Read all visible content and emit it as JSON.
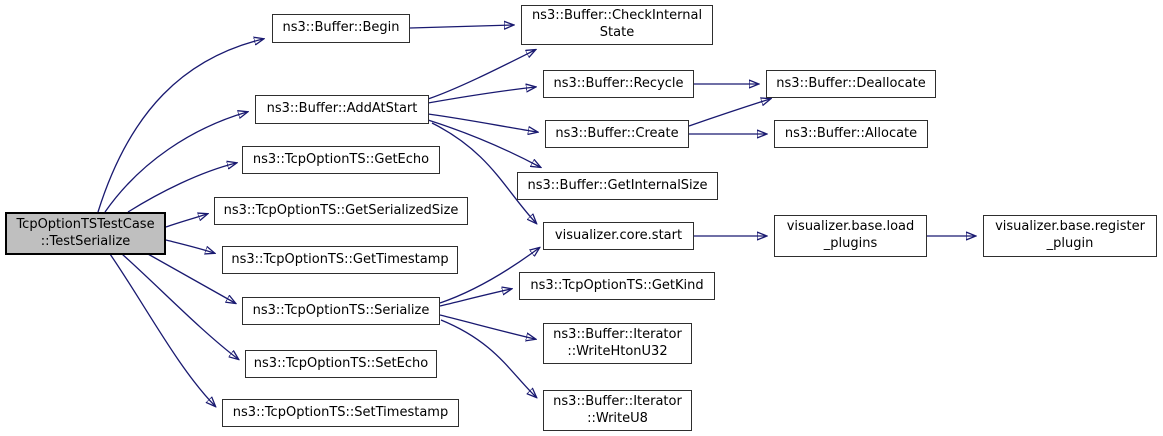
{
  "diagram": {
    "type": "doxygen-call-graph",
    "root_function": "TcpOptionTSTestCase::TestSerialize"
  },
  "colors": {
    "edge": "#191970",
    "node_border": "#2e2e2e",
    "node_fill": "#ffffff",
    "selected_node_fill": "#bfbfbf",
    "selected_node_border": "#000000",
    "text": "#000000",
    "background": "#ffffff"
  },
  "nodes": {
    "main": {
      "label": "TcpOptionTSTestCase ::TestSerialize"
    },
    "begin": {
      "label": "ns3::Buffer::Begin"
    },
    "addAtStart": {
      "label": "ns3::Buffer::AddAtStart"
    },
    "getEcho": {
      "label": "ns3::TcpOptionTS::GetEcho"
    },
    "getSerializedSize": {
      "label": "ns3::TcpOptionTS::GetSerializedSize"
    },
    "getTimestamp": {
      "label": "ns3::TcpOptionTS::GetTimestamp"
    },
    "serialize": {
      "label": "ns3::TcpOptionTS::Serialize"
    },
    "setEcho": {
      "label": "ns3::TcpOptionTS::SetEcho"
    },
    "setTimestamp": {
      "label": "ns3::TcpOptionTS::SetTimestamp"
    },
    "checkInternalState": {
      "label": "ns3::Buffer::CheckInternal State"
    },
    "recycle": {
      "label": "ns3::Buffer::Recycle"
    },
    "create": {
      "label": "ns3::Buffer::Create"
    },
    "getInternalSize": {
      "label": "ns3::Buffer::GetInternalSize"
    },
    "coreStart": {
      "label": "visualizer.core.start"
    },
    "getKind": {
      "label": "ns3::TcpOptionTS::GetKind"
    },
    "writeHtonU32": {
      "label": "ns3::Buffer::Iterator ::WriteHtonU32"
    },
    "writeU8": {
      "label": "ns3::Buffer::Iterator ::WriteU8"
    },
    "deallocate": {
      "label": "ns3::Buffer::Deallocate"
    },
    "allocate": {
      "label": "ns3::Buffer::Allocate"
    },
    "loadPlugins": {
      "label": "visualizer.base.load _plugins"
    },
    "registerPlugin": {
      "label": "visualizer.base.register _plugin"
    }
  },
  "graph": {
    "edges": [
      {
        "from": "main",
        "to": "begin"
      },
      {
        "from": "main",
        "to": "addAtStart"
      },
      {
        "from": "main",
        "to": "getEcho"
      },
      {
        "from": "main",
        "to": "getSerializedSize"
      },
      {
        "from": "main",
        "to": "getTimestamp"
      },
      {
        "from": "main",
        "to": "serialize"
      },
      {
        "from": "main",
        "to": "setEcho"
      },
      {
        "from": "main",
        "to": "setTimestamp"
      },
      {
        "from": "begin",
        "to": "checkInternalState"
      },
      {
        "from": "addAtStart",
        "to": "checkInternalState"
      },
      {
        "from": "addAtStart",
        "to": "recycle"
      },
      {
        "from": "addAtStart",
        "to": "create"
      },
      {
        "from": "addAtStart",
        "to": "getInternalSize"
      },
      {
        "from": "addAtStart",
        "to": "coreStart"
      },
      {
        "from": "recycle",
        "to": "deallocate"
      },
      {
        "from": "create",
        "to": "deallocate"
      },
      {
        "from": "create",
        "to": "allocate"
      },
      {
        "from": "serialize",
        "to": "coreStart"
      },
      {
        "from": "serialize",
        "to": "getKind"
      },
      {
        "from": "serialize",
        "to": "writeHtonU32"
      },
      {
        "from": "serialize",
        "to": "writeU8"
      },
      {
        "from": "coreStart",
        "to": "loadPlugins"
      },
      {
        "from": "loadPlugins",
        "to": "registerPlugin"
      }
    ]
  }
}
